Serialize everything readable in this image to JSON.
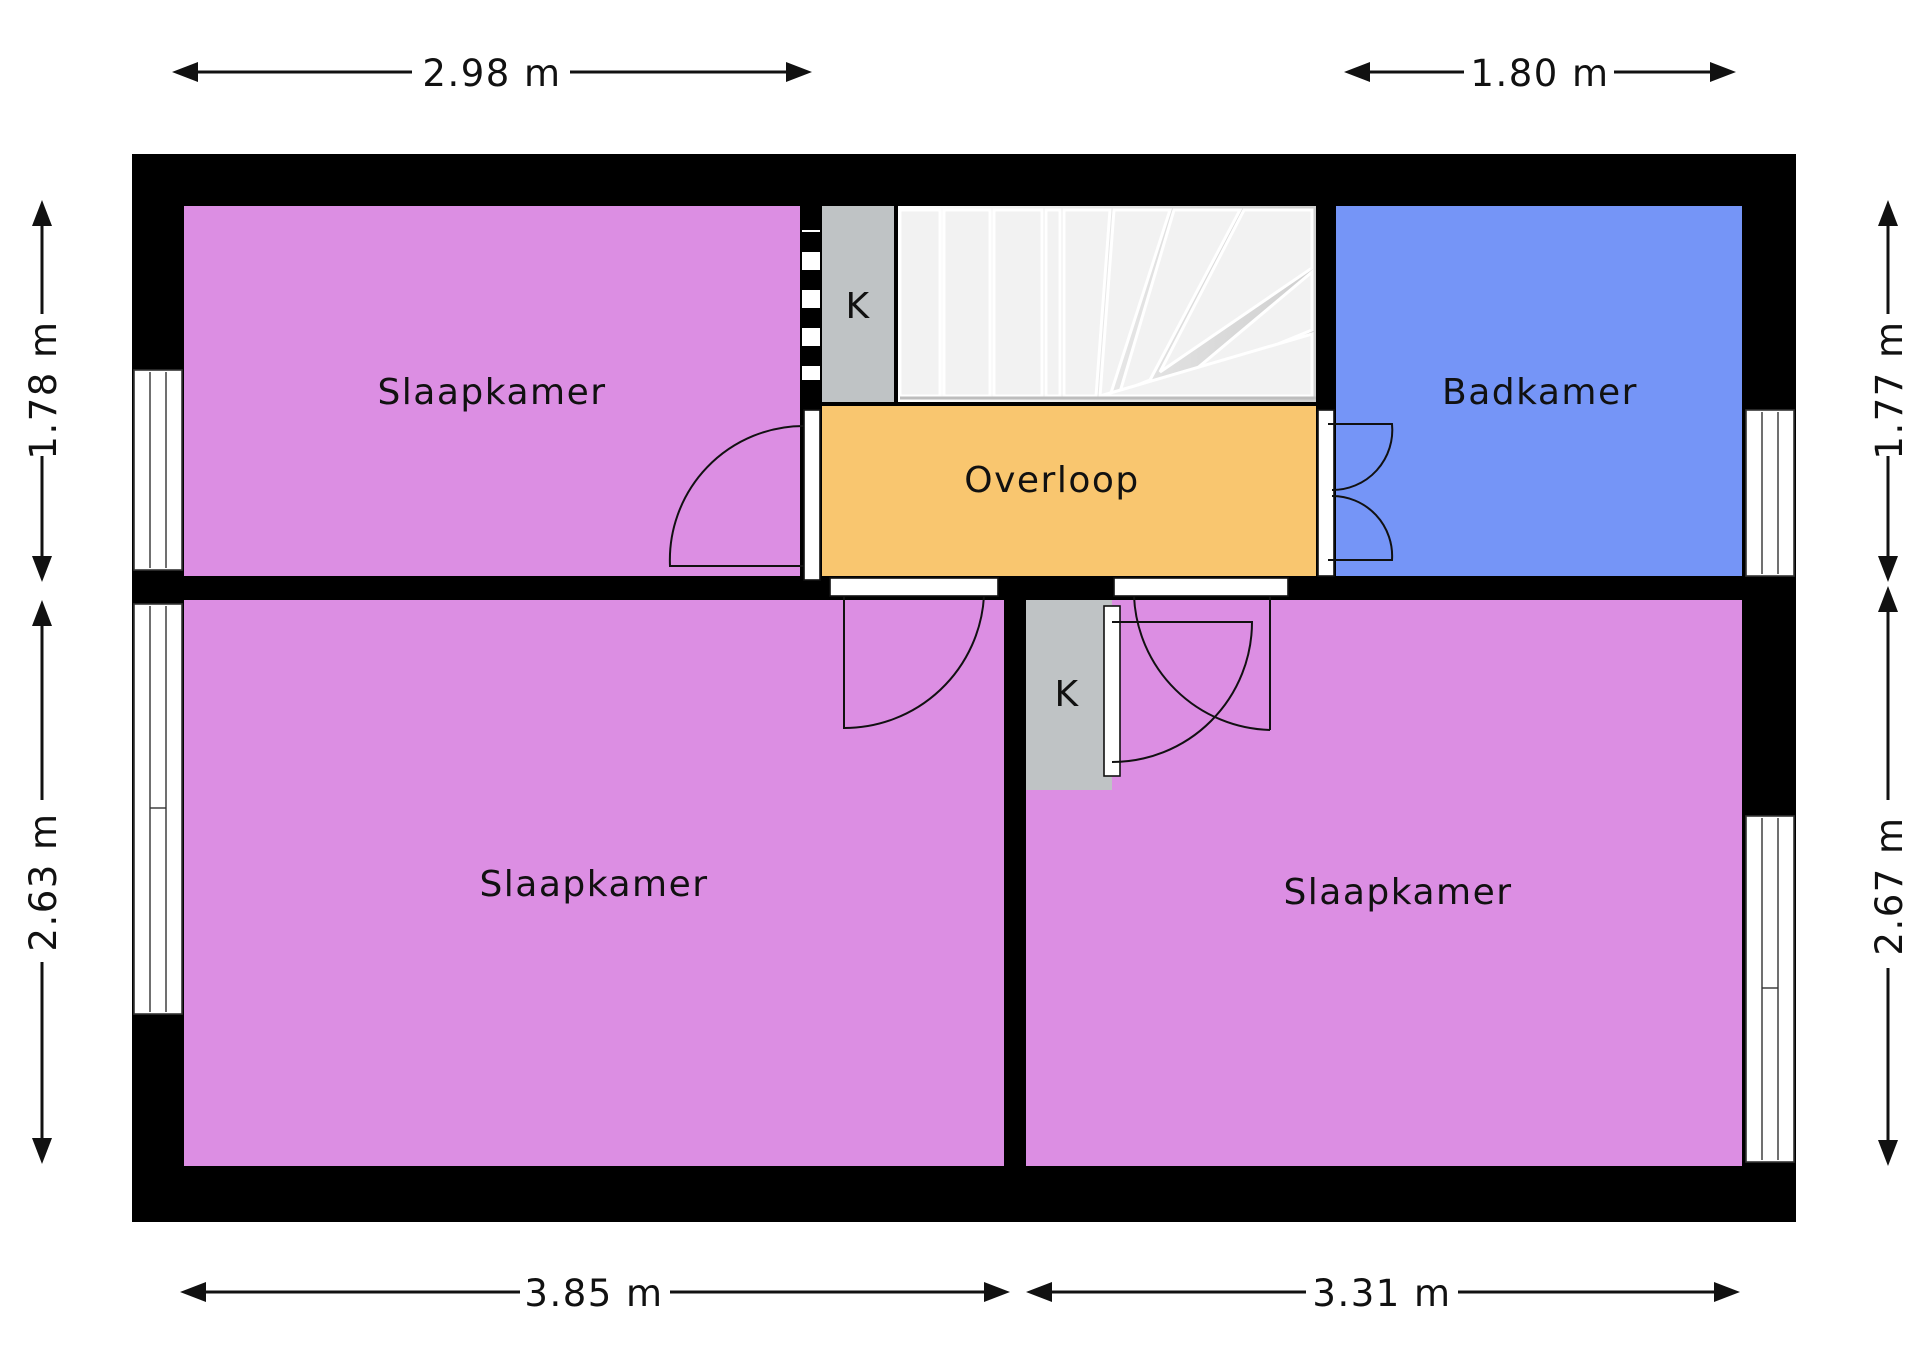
{
  "colors": {
    "wall": "#000000",
    "bedroom": "#dc8ee3",
    "bathroom": "#7595f7",
    "landing": "#f9c66f",
    "closet": "#bfc3c5",
    "stairs": "#e9e9e9"
  },
  "rooms": {
    "bedroom_top_left": "Slaapkamer",
    "landing": "Overloop",
    "bathroom": "Badkamer",
    "bedroom_bottom_left": "Slaapkamer",
    "bedroom_bottom_right": "Slaapkamer",
    "closet_top": "K",
    "closet_bottom": "K"
  },
  "dimensions": {
    "top_left": "2.98 m",
    "top_right": "1.80 m",
    "bottom_left": "3.85 m",
    "bottom_right": "3.31 m",
    "left_upper": "1.78 m",
    "left_lower": "2.63 m",
    "right_upper": "1.77 m",
    "right_lower": "2.67 m"
  }
}
